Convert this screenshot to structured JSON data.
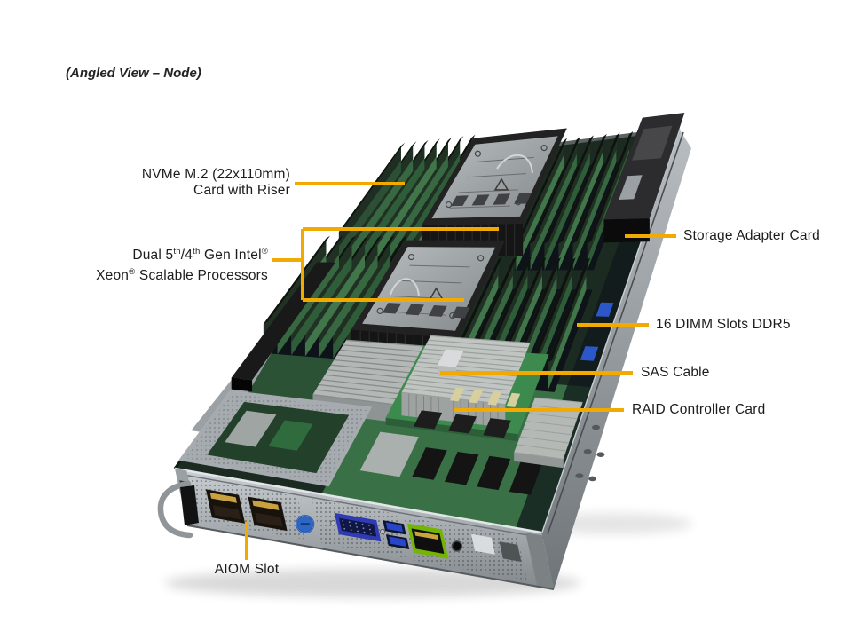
{
  "title": "(Angled View – Node)",
  "accent_color": "#F2A900",
  "callouts": {
    "nvme": {
      "line1": "NVMe M.2 (22x110mm)",
      "line2": "Card with Riser"
    },
    "cpu": {
      "line1_html": "Dual 5<sup>th</sup>/4<sup>th</sup> Gen Intel<sup>®</sup>",
      "line2_html": "Xeon<sup>®</sup> Scalable Processors"
    },
    "storage": {
      "label": "Storage Adapter Card"
    },
    "dimm": {
      "label": "16 DIMM Slots DDR5"
    },
    "sas": {
      "label": "SAS Cable"
    },
    "raid": {
      "label": "RAID Controller Card"
    },
    "aiom": {
      "label": "AIOM Slot"
    }
  }
}
